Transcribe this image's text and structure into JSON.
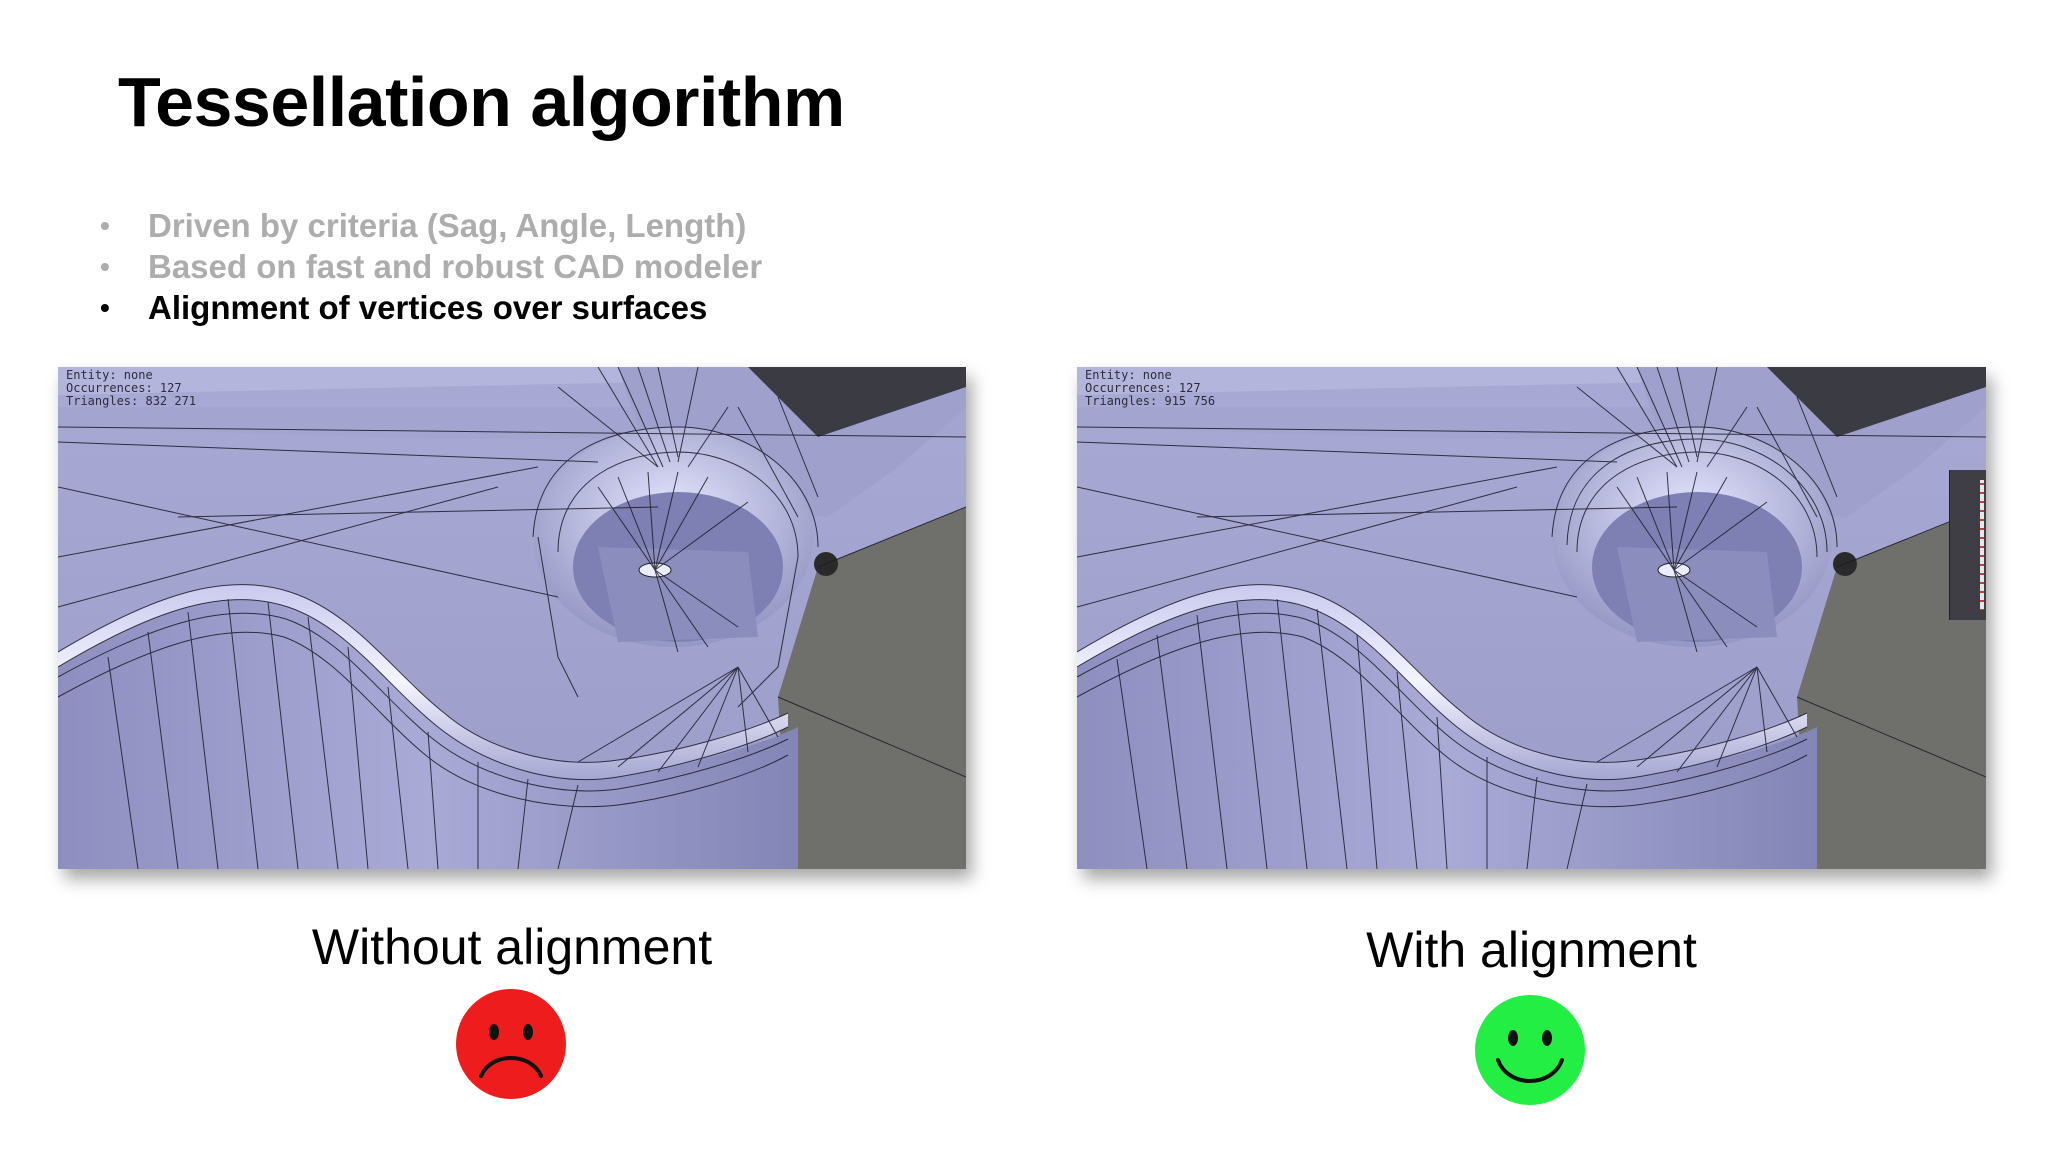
{
  "slide": {
    "title": "Tessellation algorithm",
    "bullets": [
      {
        "text": "Driven by criteria (Sag, Angle, Length)",
        "state": "dimmed"
      },
      {
        "text": "Based on fast and robust CAD modeler",
        "state": "dimmed"
      },
      {
        "text": "Alignment of vertices over surfaces",
        "state": "highlighted"
      }
    ],
    "bullet_symbol": "•"
  },
  "panels": {
    "left": {
      "hud": {
        "entity": "Entity: none",
        "occurrences": "Occurrences: 127",
        "triangles": "Triangles: 832 271"
      },
      "caption": "Without alignment",
      "emoji": "sad-face-icon",
      "emoji_color": "#ee1c1c"
    },
    "right": {
      "hud": {
        "entity": "Entity: none",
        "occurrences": "Occurrences: 127",
        "triangles": "Triangles: 915 756"
      },
      "caption": "With alignment",
      "emoji": "happy-face-icon",
      "emoji_color": "#22ee44"
    }
  },
  "colors": {
    "mesh_surface": "#9ea0cc",
    "background_gray": "#6f706c",
    "mesh_line": "#1a1a28",
    "dim_text": "#adadad"
  }
}
